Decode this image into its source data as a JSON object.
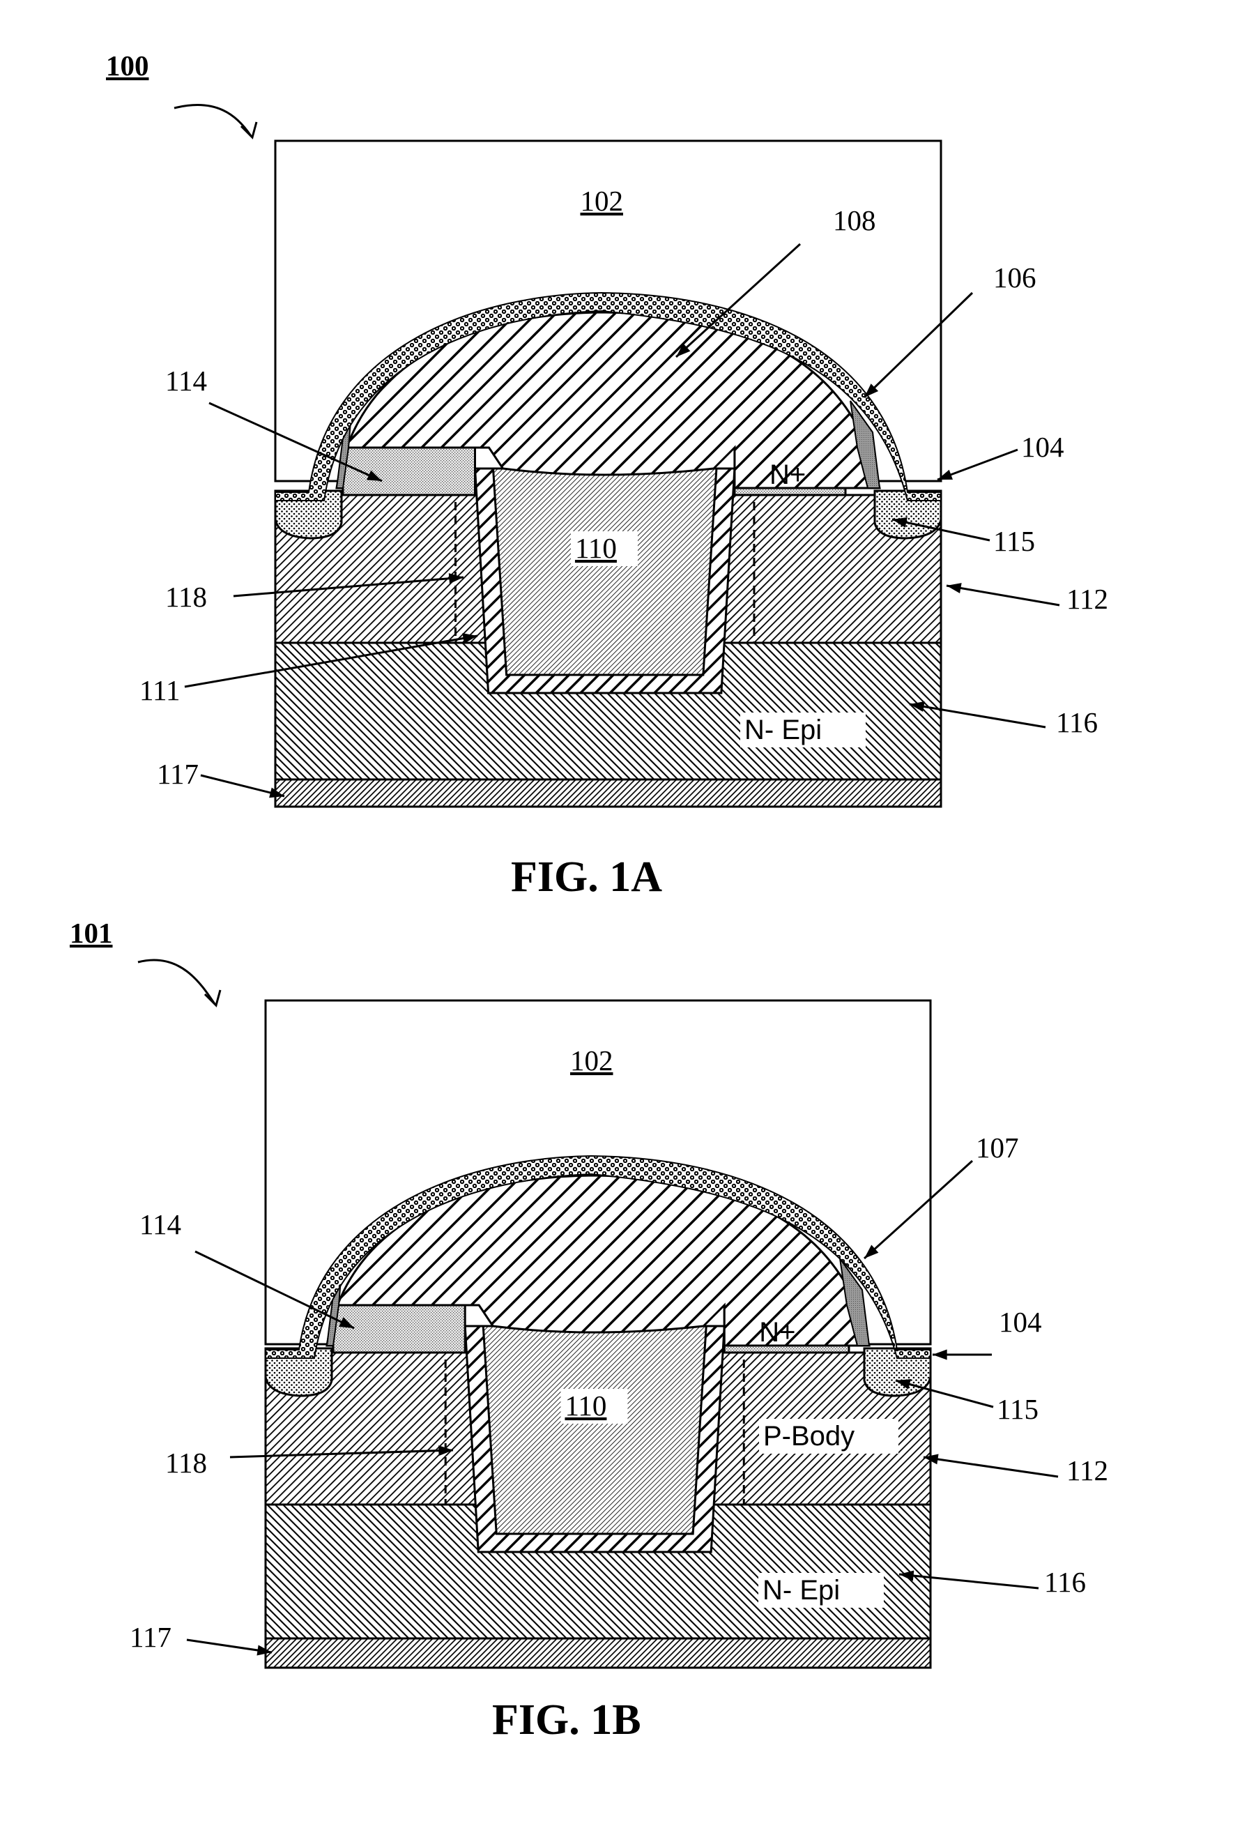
{
  "figures": [
    {
      "id": "1A",
      "ref": "100",
      "caption": "FIG. 1A",
      "region_labels": {
        "box": "102",
        "trench": "110",
        "nplus": "N+",
        "nepi": "N- Epi",
        "pbody": ""
      },
      "labels": {
        "a": "108",
        "b": "106",
        "c": "114",
        "d": "104",
        "e": "115",
        "f": "118",
        "g": "112",
        "h": "111",
        "i": "116",
        "j": "117"
      }
    },
    {
      "id": "1B",
      "ref": "101",
      "caption": "FIG. 1B",
      "region_labels": {
        "box": "102",
        "trench": "110",
        "nplus": "N+",
        "nepi": "N- Epi",
        "pbody": "P-Body"
      },
      "labels": {
        "a": "",
        "b": "107",
        "c": "114",
        "d": "104",
        "e": "115",
        "f": "118",
        "g": "112",
        "h": "",
        "i": "116",
        "j": "117"
      }
    }
  ],
  "colors": {
    "ink": "#000000",
    "paper": "#ffffff"
  }
}
